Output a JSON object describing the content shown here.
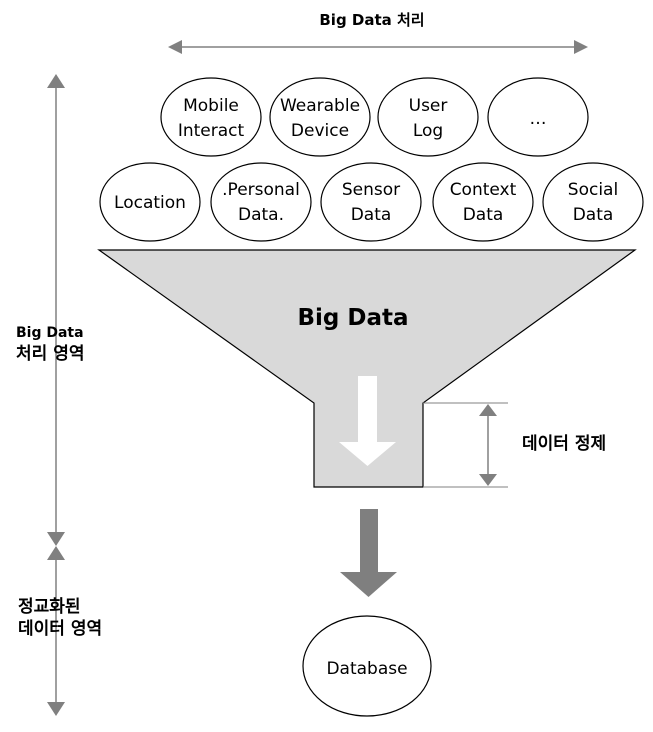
{
  "top_label": "Big Data 처리",
  "left_top_label": [
    "Big Data",
    "처리 영역"
  ],
  "left_bottom_label": [
    "정교화된",
    "데이터 영역"
  ],
  "funnel_label": "Big Data",
  "refine_label": "데이터 정제",
  "database_label": "Database",
  "sources_row1": [
    [
      "Mobile",
      "Interact"
    ],
    [
      "Wearable",
      "Device"
    ],
    [
      "User",
      "Log"
    ],
    [
      "…"
    ]
  ],
  "sources_row2": [
    [
      "Location"
    ],
    [
      ".Personal",
      "Data."
    ],
    [
      "Sensor",
      "Data"
    ],
    [
      "Context",
      "Data"
    ],
    [
      "Social",
      "Data"
    ]
  ],
  "colors": {
    "funnel_fill": "#d9d9d9",
    "arrow_gray": "#7f7f7f",
    "line_gray": "#808080"
  }
}
